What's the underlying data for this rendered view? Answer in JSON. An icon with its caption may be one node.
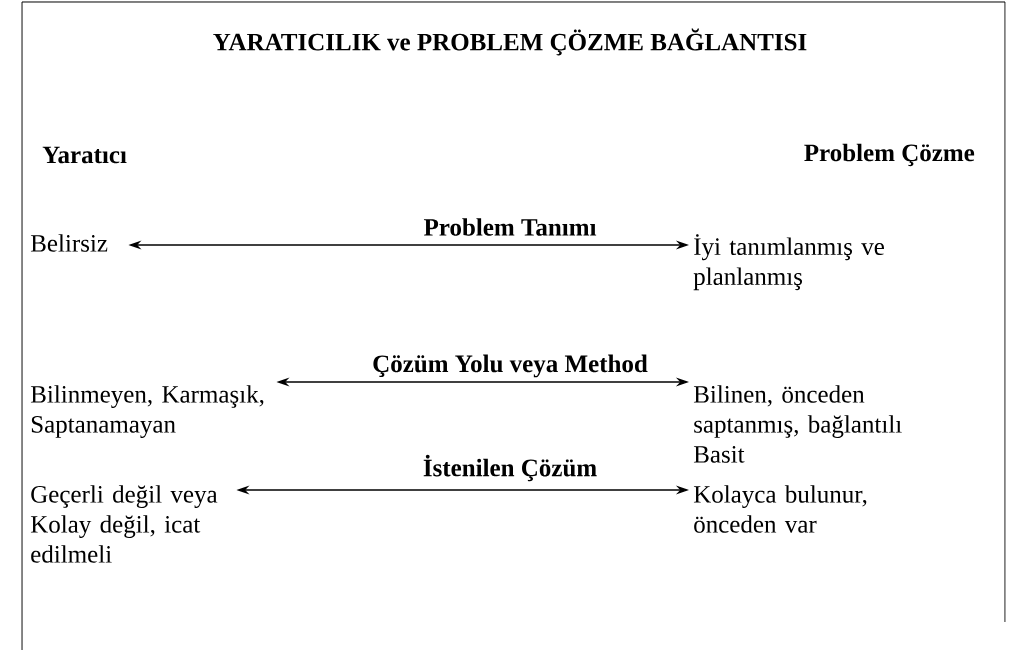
{
  "diagram": {
    "title": "YARATICILIK ve PROBLEM ÇÖZME BAĞLANTISI",
    "nodes": [
      {
        "text": [
          "Belirsiz"
        ]
      },
      {
        "text": [
          "İyi tanımlanmış ve planlanmış"
        ]
      },
      {
        "text": [
          "Bilinmeyen, Karmaşık, Saptanamayan"
        ]
      },
      {
        "text": [
          "Bilinen, önceden saptanmış, bağlantılı Basit"
        ]
      },
      {
        "text": [
          "Geçerli değil veya Kolay değil, icat edilmeli"
        ]
      },
      {
        "text": [
          "Kolayca bulunur, önceden var"
        ]
      }
    ],
    "edges": [
      {
        "from": 0,
        "to": 1,
        "arrow": "both",
        "label": "Problem Tanımı"
      },
      {
        "from": 2,
        "to": 3,
        "arrow": "both",
        "label": "Çözüm Yolu veya Method"
      },
      {
        "from": 4,
        "to": 5,
        "arrow": "both",
        "label": "İstenilen Çözüm"
      }
    ],
    "labels": [
      "Yaratıcı",
      "Problem Çözme"
    ]
  }
}
